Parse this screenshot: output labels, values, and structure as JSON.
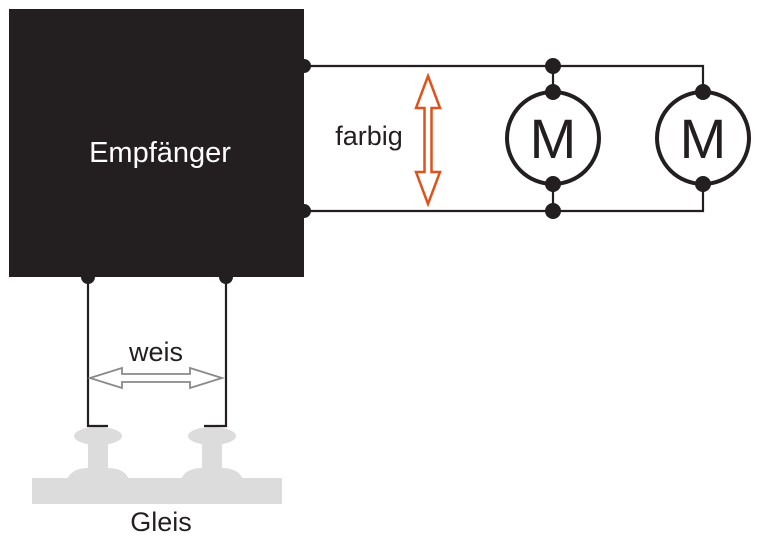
{
  "receiver": {
    "label": "Empfänger"
  },
  "motor_link": {
    "label": "farbig"
  },
  "track_link": {
    "label": "weis"
  },
  "track": {
    "label": "Gleis"
  },
  "motors": [
    {
      "symbol": "M"
    },
    {
      "symbol": "M"
    }
  ],
  "colors": {
    "receiver_box": "#231f20",
    "receiver_text": "#ffffff",
    "wire": "#231f20",
    "colored_arrow": "#e0521b",
    "white_arrow_outline": "#8a8a8a",
    "rail": "#dcdcdc"
  }
}
